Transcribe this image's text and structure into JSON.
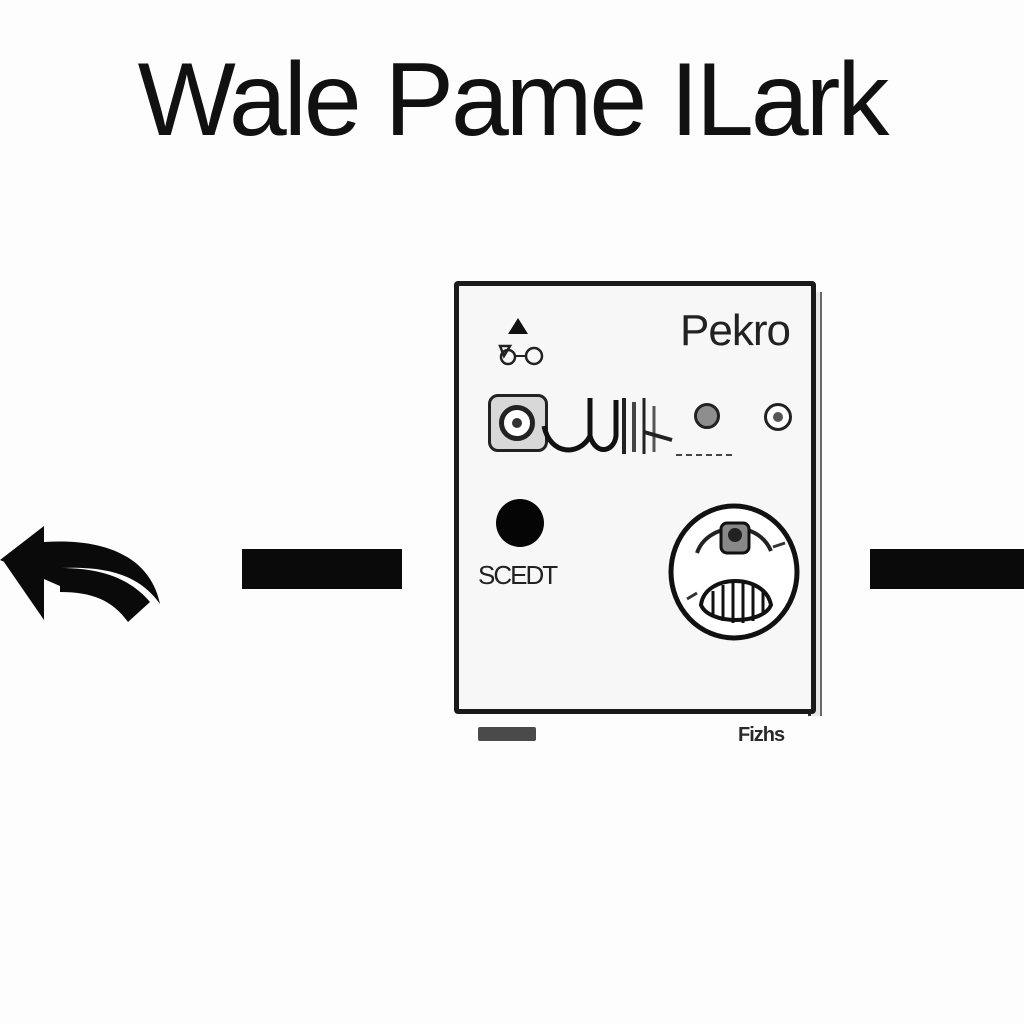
{
  "title": "Wale Pame ILark",
  "device": {
    "label": "Pekro",
    "button_label": "SCEDT",
    "foot_label": "Fizhs"
  },
  "colors": {
    "ink": "#111111",
    "background": "#fdfdfd",
    "panel": "#f7f7f7"
  },
  "icons": {
    "back": "curved-left-arrow-icon",
    "indicator": "triangle-icon",
    "port": "round-port-icon",
    "power": "filled-circle-button-icon",
    "dial": "round-dial-icon"
  }
}
